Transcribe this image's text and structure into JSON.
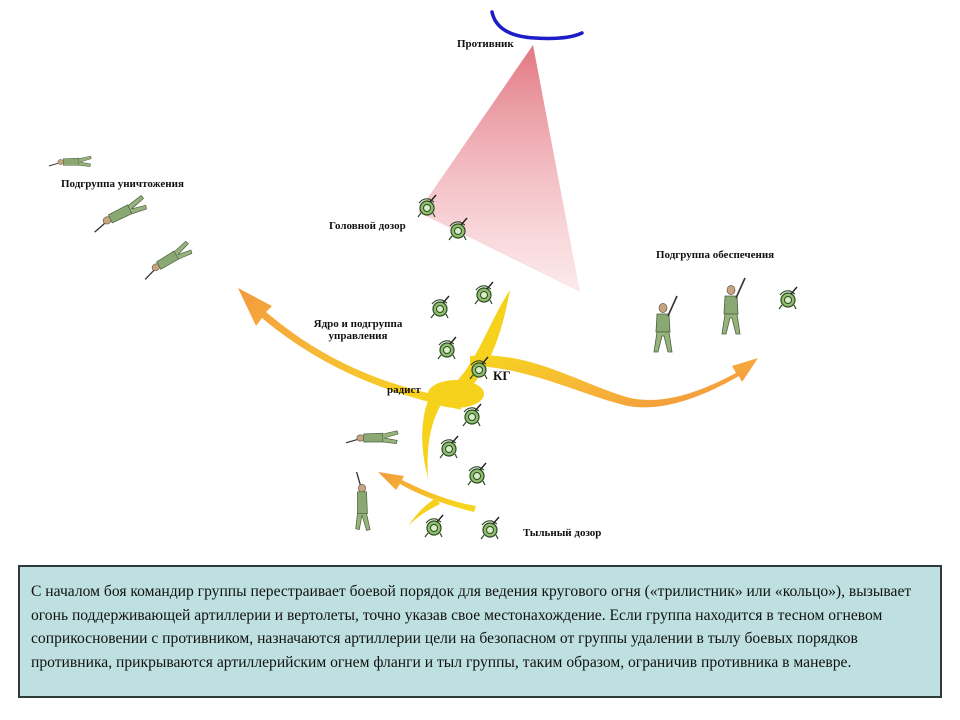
{
  "labels": {
    "enemy": "Противник",
    "destruction_subgroup": "Подгруппа уничтожения",
    "head_patrol": "Головной дозор",
    "support_subgroup": "Подгруппа обеспечения",
    "core_line1": "Ядро и подгруппа",
    "core_line2": "управления",
    "kg": "КГ",
    "radio_operator": "радист",
    "rear_patrol": "Тыльный дозор"
  },
  "info_text": "С началом боя командир группы перестраивает боевой порядок для ведения кругового огня («трилистник» или «кольцо»), вызывает огонь поддерживающей артиллерии и вертолеты, точно указав свое местонахождение. Если группа находится в тесном огневом соприкосновении с противником, назначаются артиллерии цели на безопасном от группы удалении в тылу боевых порядков противника, прикрываются артиллерийским огнем фланги и тыл группы, таким образом, ограничив противника в маневре.",
  "colors": {
    "enemy_line": "#1c1cc8",
    "fire_sector": "#e8838c",
    "arrow_yellow": "#f5d21c",
    "arrow_orange": "#f5a03c",
    "soldier_green": "#7fae63",
    "info_bg": "#bfe0e0",
    "info_border": "#2f3b3b"
  }
}
